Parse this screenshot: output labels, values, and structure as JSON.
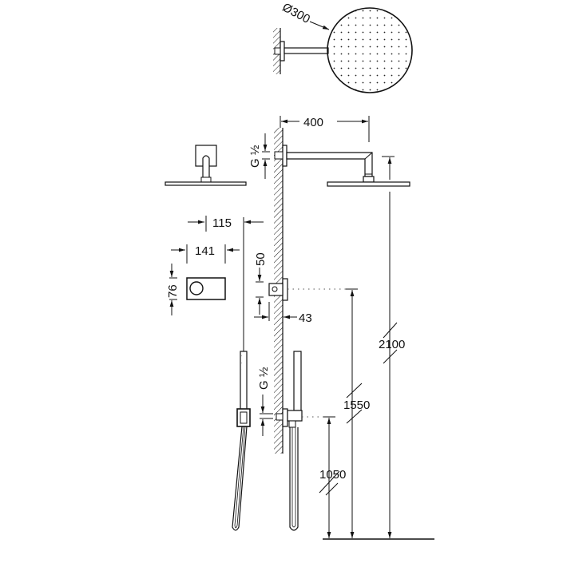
{
  "diagram": {
    "type": "technical-drawing",
    "subject": "shower set installation dimensions",
    "colors": {
      "line": "#111111",
      "background": "#ffffff",
      "dotted": "#555555"
    },
    "labels": {
      "head_diameter": "Ø300",
      "arm_length": "400",
      "arm_thread": "G ½",
      "valve_depth": "115",
      "plate_width": "141",
      "plate_height": "76",
      "valve_offset": "50",
      "wall_protrusion": "43",
      "outlet_thread": "G ½",
      "height_head": "2100",
      "height_valve": "1550",
      "height_outlet": "1050"
    },
    "components": [
      "wall-section",
      "round-shower-head-top-view",
      "wall-shower-arm",
      "square-shower-head-side",
      "thermostatic-valve-plate",
      "handshower-holder",
      "handshower",
      "hose",
      "floor-line"
    ]
  }
}
